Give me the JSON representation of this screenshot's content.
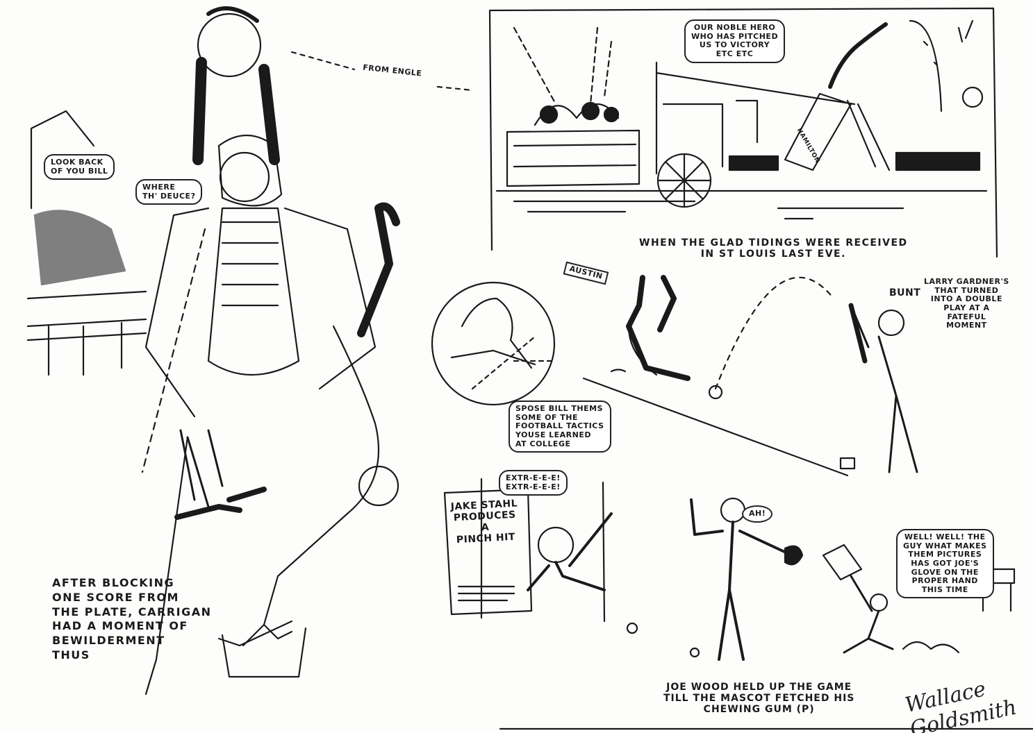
{
  "panels": {
    "catcher": {
      "speech_crowd": "Look back\nof you Bill",
      "speech_catcher": "Where\nth' deuce?",
      "pointer_label": "From Engle",
      "caption": "After blocking\none score from\nthe plate, Carrigan\nhad a moment of\nbewilderment\nthus"
    },
    "st_louis": {
      "speech": "Our noble hero\nwho has pitched\nus to victory\netc etc",
      "monument_label": "Hamilton",
      "caption": "When the glad tidings were received\nin St Louis last eve."
    },
    "bunt": {
      "player_tag": "Austin",
      "bunt_word": "Bunt",
      "caption": "Larry Gardner's\nthat turned\ninto a double\nplay at a\nfateful\nmoment"
    },
    "football": {
      "speech": "Spose Bill thems\nsome of the\nfootball tactics\nyouse learned\nat college"
    },
    "newsboy": {
      "shout": "Extr-e-e-e!\nExtr-e-e-e!",
      "paper_headline": "Jake Stahl\nproduces\na\npinch hit"
    },
    "joe_wood": {
      "speech": "Ah!",
      "caption": "Joe Wood held up the game\ntill the mascot fetched his\nchewing gum (P)"
    },
    "glove": {
      "speech": "Well! Well! The\nguy what makes\nthem pictures\nhas got Joe's\nglove on the\nproper hand\nthis time"
    }
  },
  "signature": "Wallace Goldsmith"
}
